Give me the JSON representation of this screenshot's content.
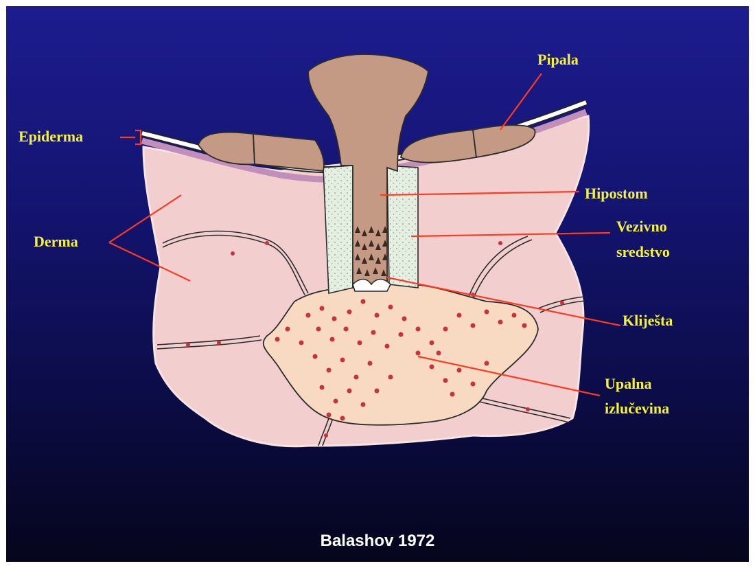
{
  "labels": {
    "epiderma": "Epiderma",
    "derma": "Derma",
    "pipala": "Pipala",
    "hipostom": "Hipostom",
    "vezivno_line1": "Vezivno",
    "vezivno_line2": "sredstvo",
    "klijesta": "Kliješta",
    "upalna_line1": "Upalna",
    "upalna_line2": "izlučevina"
  },
  "caption": "Balashov 1972",
  "colors": {
    "background_top": "#1d1c8f",
    "background_bottom": "#05051c",
    "label_text": "#f4f23a",
    "leader_line": "#ff3b1f",
    "dermis": "#f2cece",
    "exudate": "#f8d9c2",
    "tick_mouthparts": "#b98a70",
    "cement": "#e4efe2",
    "blood_dots": "#c8323c"
  }
}
